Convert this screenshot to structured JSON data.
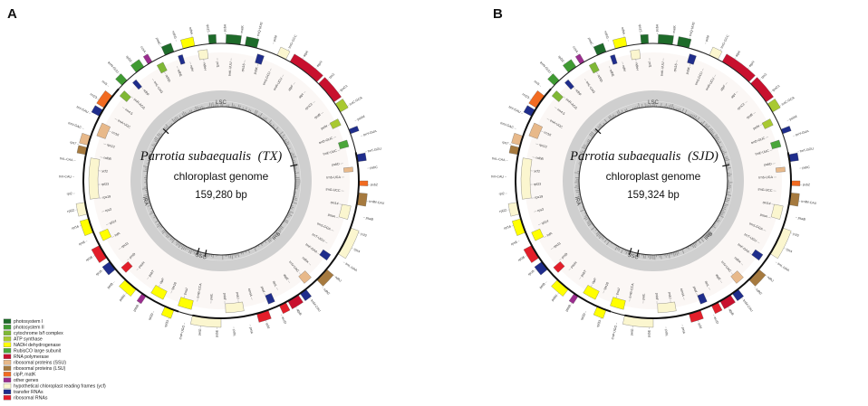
{
  "panels": [
    {
      "letter": "A",
      "species": "Parrotia subaequalis",
      "strain": "(TX)",
      "subtitle": "chloroplast genome",
      "size": "159,280 bp"
    },
    {
      "letter": "B",
      "species": "Parrotia subaequalis",
      "strain": "(SJD)",
      "subtitle": "chloroplast genome",
      "size": "159,324 bp"
    }
  ],
  "regions": [
    "LSC",
    "IRB",
    "SSC",
    "IRA"
  ],
  "legend": [
    {
      "label": "photosystem I",
      "color": "#1e6b2a"
    },
    {
      "label": "photosystem II",
      "color": "#3f9a32"
    },
    {
      "label": "cytochrome b/f complex",
      "color": "#7fb836"
    },
    {
      "label": "ATP synthase",
      "color": "#a8c931"
    },
    {
      "label": "NADH dehydrogenase",
      "color": "#ffff00"
    },
    {
      "label": "RubisCO large subunit",
      "color": "#4aa63a"
    },
    {
      "label": "RNA polymerase",
      "color": "#c8102e"
    },
    {
      "label": "ribosomal proteins (SSU)",
      "color": "#e8b98a"
    },
    {
      "label": "ribosomal proteins (LSU)",
      "color": "#a67a3f"
    },
    {
      "label": "clpP, matK",
      "color": "#f26b21"
    },
    {
      "label": "other genes",
      "color": "#9b2d8f"
    },
    {
      "label": "hypothetical chloroplast reading frames (ycf)",
      "color": "#fbf6cf"
    },
    {
      "label": "transfer RNAs",
      "color": "#1f2d8c"
    },
    {
      "label": "ribosomal RNAs",
      "color": "#e31e2a"
    }
  ],
  "gene_labels": [
    "psbA",
    "trnK-UUU",
    "matK",
    "rps16",
    "trnQ-UUG",
    "psbK",
    "psbI",
    "trnS-GCU",
    "trnG-GCC",
    "trnR-UCU",
    "atpA",
    "atpF",
    "atpH",
    "atpI",
    "rps2",
    "rpoC2",
    "rpoC1",
    "rpoB",
    "trnC-GCA",
    "petN",
    "psbM",
    "trnD-GUC",
    "trnY-GUA",
    "trnE-UUC",
    "trnT-GGU",
    "psbD",
    "psbC",
    "trnS-UGA",
    "psbZ",
    "trnG-UCC",
    "trnfM-CAU",
    "rps14",
    "psaB",
    "psaA",
    "ycf3",
    "trnS-GGA",
    "rps4",
    "trnT-UGU",
    "trnL-UAA",
    "trnF-GAA",
    "ndhJ",
    "ndhK",
    "ndhC",
    "trnV-UAC",
    "trnM-CAU",
    "atpE",
    "atpB",
    "rbcL",
    "accD",
    "psaI",
    "ycf4",
    "cemA",
    "petA",
    "psbJ",
    "psbL",
    "psbF",
    "psbE",
    "petL",
    "petG",
    "trnW-CCA",
    "trnP-UGG",
    "psaJ",
    "rpl33",
    "rps18",
    "rpl20",
    "clpP",
    "psbB",
    "psbT",
    "psbN",
    "psbH",
    "petB",
    "petD",
    "rpoA",
    "rps11",
    "rpl36",
    "infA",
    "rps8",
    "rpl14",
    "rpl16",
    "rps3",
    "rpl22",
    "rps19",
    "rpl2",
    "rpl23",
    "trnI-CAU",
    "ycf2",
    "trnL-CAA",
    "ndhB",
    "rps7",
    "rps12",
    "trnV-GAC",
    "rrn16",
    "trnI-GAU",
    "trnA-UGC",
    "rrn23",
    "rrn4.5",
    "rrn5",
    "trnR-ACG",
    "trnN-GUU",
    "ndhF",
    "rpl32",
    "trnL-UAG",
    "ccsA",
    "ndhD",
    "psaC",
    "ndhE",
    "ndhG",
    "ndhI",
    "ndhA",
    "ndhH",
    "rps15",
    "ycf1"
  ]
}
